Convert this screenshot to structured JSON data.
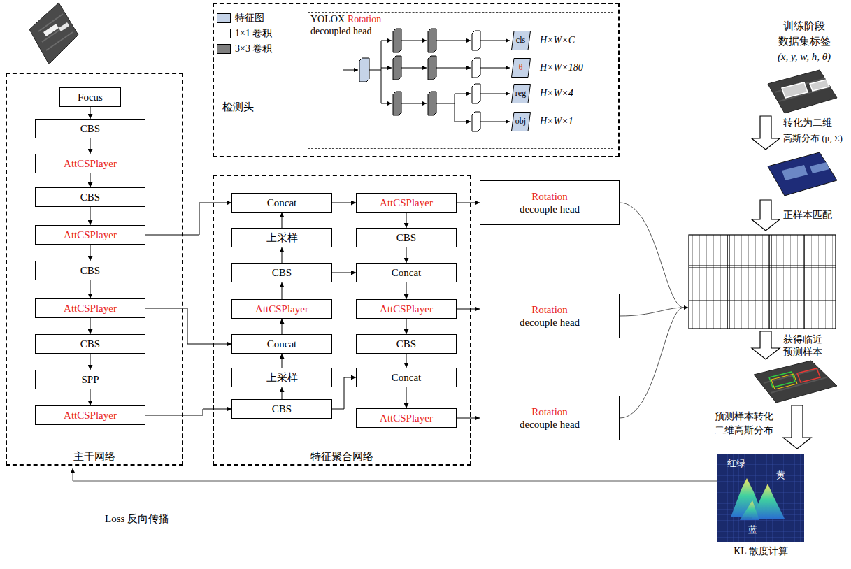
{
  "diagram": {
    "nodes": [
      {
        "text": [
          "检测头"
        ]
      },
      {
        "text": [
          "YOLOX",
          "Rotation",
          "decoupled head"
        ],
        "in": 0
      },
      {
        "text": [
          "cls"
        ],
        "in": 1
      },
      {
        "text": [
          "θ"
        ],
        "in": 1
      },
      {
        "text": [
          "reg"
        ],
        "in": 1
      },
      {
        "text": [
          "obj"
        ],
        "in": 1
      },
      {
        "text": [
          "主干网络"
        ]
      },
      {
        "text": [
          "Focus"
        ],
        "in": 6
      },
      {
        "text": [
          "CBS"
        ],
        "in": 6
      },
      {
        "text": [
          "AttCSPlayer"
        ],
        "in": 6
      },
      {
        "text": [
          "CBS"
        ],
        "in": 6
      },
      {
        "text": [
          "AttCSPlayer"
        ],
        "in": 6
      },
      {
        "text": [
          "CBS"
        ],
        "in": 6
      },
      {
        "text": [
          "AttCSPlayer"
        ],
        "in": 6
      },
      {
        "text": [
          "CBS"
        ],
        "in": 6
      },
      {
        "text": [
          "SPP"
        ],
        "in": 6
      },
      {
        "text": [
          "AttCSPlayer"
        ],
        "in": 6
      },
      {
        "text": [
          "特征聚合网络"
        ]
      },
      {
        "text": [
          "Concat"
        ],
        "in": 17
      },
      {
        "text": [
          "上采样"
        ],
        "in": 17
      },
      {
        "text": [
          "CBS"
        ],
        "in": 17
      },
      {
        "text": [
          "AttCSPlayer"
        ],
        "in": 17
      },
      {
        "text": [
          "Concat"
        ],
        "in": 17
      },
      {
        "text": [
          "上采样"
        ],
        "in": 17
      },
      {
        "text": [
          "CBS"
        ],
        "in": 17
      },
      {
        "text": [
          "AttCSPlayer"
        ],
        "in": 17
      },
      {
        "text": [
          "CBS"
        ],
        "in": 17
      },
      {
        "text": [
          "Concat"
        ],
        "in": 17
      },
      {
        "text": [
          "AttCSPlayer"
        ],
        "in": 17
      },
      {
        "text": [
          "CBS"
        ],
        "in": 17
      },
      {
        "text": [
          "Concat"
        ],
        "in": 17
      },
      {
        "text": [
          "AttCSPlayer"
        ],
        "in": 17
      },
      {
        "text": [
          "Rotation",
          "decouple head"
        ]
      },
      {
        "text": [
          "Rotation",
          "decouple head"
        ]
      },
      {
        "text": [
          "Rotation",
          "decouple head"
        ]
      }
    ],
    "edges": [
      {
        "from": 7,
        "to": 8,
        "arrow": "to"
      },
      {
        "from": 8,
        "to": 9,
        "arrow": "to"
      },
      {
        "from": 9,
        "to": 10,
        "arrow": "to"
      },
      {
        "from": 10,
        "to": 11,
        "arrow": "to"
      },
      {
        "from": 11,
        "to": 12,
        "arrow": "to"
      },
      {
        "from": 12,
        "to": 13,
        "arrow": "to"
      },
      {
        "from": 13,
        "to": 14,
        "arrow": "to"
      },
      {
        "from": 14,
        "to": 15,
        "arrow": "to"
      },
      {
        "from": 15,
        "to": 16,
        "arrow": "to"
      },
      {
        "from": 11,
        "to": 18,
        "arrow": "to"
      },
      {
        "from": 13,
        "to": 22,
        "arrow": "to"
      },
      {
        "from": 16,
        "to": 24,
        "arrow": "to"
      },
      {
        "from": 24,
        "to": 23,
        "arrow": "to"
      },
      {
        "from": 23,
        "to": 22,
        "arrow": "to"
      },
      {
        "from": 22,
        "to": 21,
        "arrow": "to"
      },
      {
        "from": 21,
        "to": 20,
        "arrow": "to"
      },
      {
        "from": 20,
        "to": 19,
        "arrow": "to"
      },
      {
        "from": 19,
        "to": 18,
        "arrow": "to"
      },
      {
        "from": 18,
        "to": 25,
        "arrow": "to"
      },
      {
        "from": 20,
        "to": 27,
        "arrow": "to"
      },
      {
        "from": 24,
        "to": 30,
        "arrow": "to"
      },
      {
        "from": 25,
        "to": 26,
        "arrow": "to"
      },
      {
        "from": 26,
        "to": 27,
        "arrow": "to"
      },
      {
        "from": 27,
        "to": 28,
        "arrow": "to"
      },
      {
        "from": 28,
        "to": 29,
        "arrow": "to"
      },
      {
        "from": 29,
        "to": 30,
        "arrow": "to"
      },
      {
        "from": 30,
        "to": 31,
        "arrow": "to"
      },
      {
        "from": 25,
        "to": 32,
        "arrow": "to"
      },
      {
        "from": 28,
        "to": 33,
        "arrow": "to"
      },
      {
        "from": 31,
        "to": 34,
        "arrow": "to"
      }
    ],
    "labels": [
      "H×W×C",
      "H×W×180",
      "H×W×4",
      "H×W×1",
      "训练阶段",
      "数据集标签",
      "(x, y, w, h, θ)",
      "转化为二维",
      "高斯分布 (μ, Σ)",
      "正样本匹配",
      "获得临近",
      "预测样本",
      "预测样本转化",
      "二维高斯分布",
      "红绿",
      "黄",
      "蓝",
      "KL 散度计算",
      "Loss 反向传播"
    ],
    "legend": [
      {
        "text": "特征图",
        "color": "#c5d3e8"
      },
      {
        "text": "1×1 卷积",
        "color": "#ffffff"
      },
      {
        "text": "3×3 卷积",
        "color": "#7f7f7f"
      }
    ]
  }
}
